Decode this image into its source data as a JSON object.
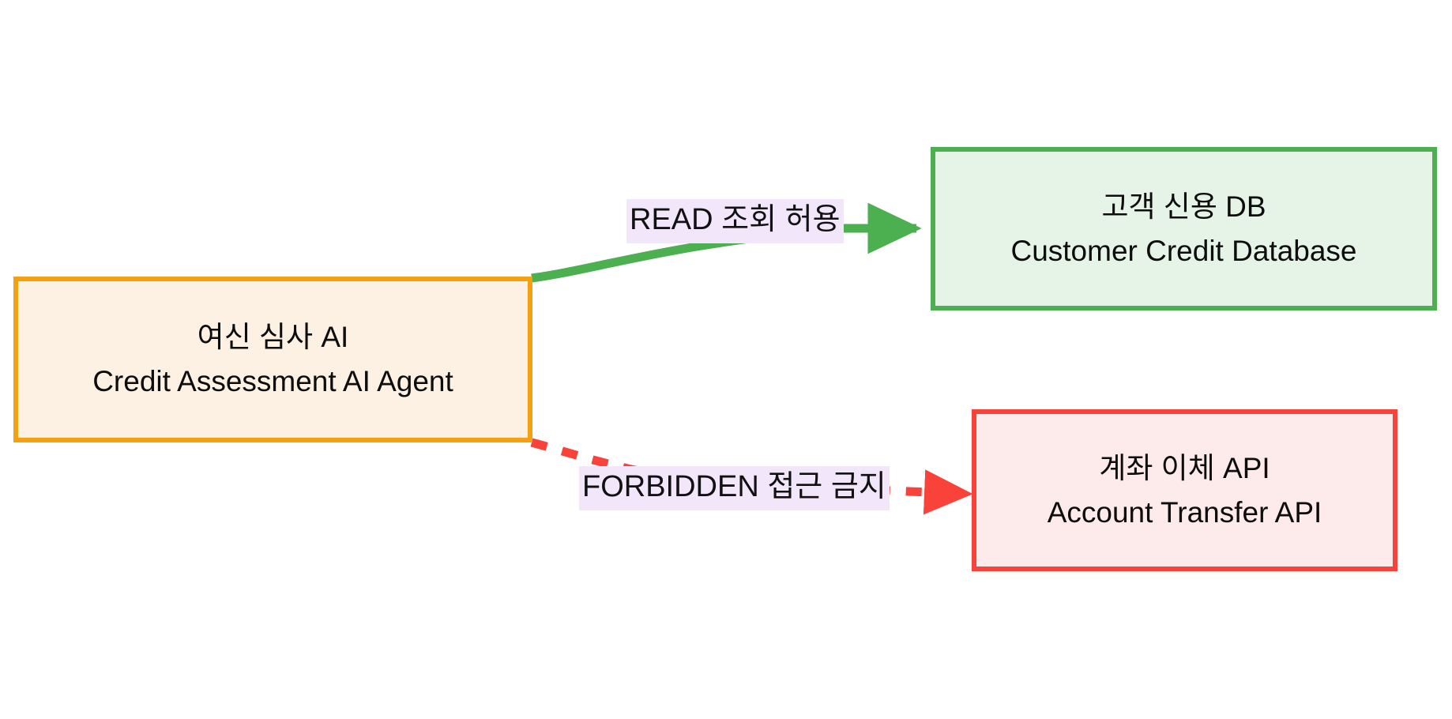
{
  "diagram": {
    "title": "Credit Assessment AI Agent permission diagram",
    "background_color": "#ffffff",
    "nodes": [
      {
        "id": "agent",
        "line1": "여신 심사 AI",
        "line2": "Credit Assessment AI Agent",
        "border_color": "#f5a011",
        "fill_color": "#fdf1e3"
      },
      {
        "id": "db",
        "line1": "고객 신용 DB",
        "line2": "Customer Credit Database",
        "border_color": "#4caf50",
        "fill_color": "#e6f4e8"
      },
      {
        "id": "api",
        "line1": "계좌 이체 API",
        "line2": "Account Transfer API",
        "border_color": "#f9423a",
        "fill_color": "#fdeaea"
      }
    ],
    "edges": [
      {
        "id": "allow",
        "label": "READ 조회 허용",
        "from": "agent",
        "to": "db",
        "color": "#4caf50",
        "style": "solid",
        "label_background": "#f2e6fb"
      },
      {
        "id": "deny",
        "label": "FORBIDDEN 접근 금지",
        "from": "agent",
        "to": "api",
        "color": "#f9423a",
        "style": "dashed",
        "label_background": "#f2e6fb"
      }
    ]
  }
}
